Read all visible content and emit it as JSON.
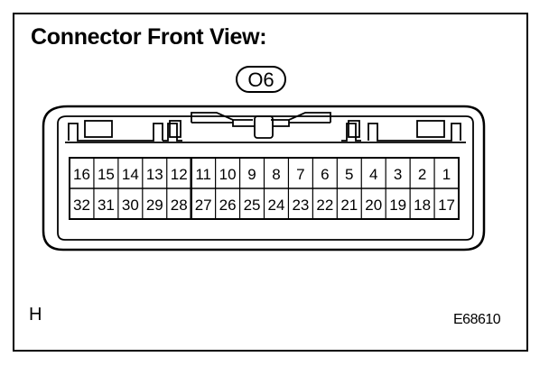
{
  "title": "Connector Front View:",
  "connector_code": "O6",
  "corner_left": "H",
  "figure_code": "E68610",
  "pins": {
    "top_row": [
      "16",
      "15",
      "14",
      "13",
      "12",
      "11",
      "10",
      "9",
      "8",
      "7",
      "6",
      "5",
      "4",
      "3",
      "2",
      "1"
    ],
    "bottom_row": [
      "32",
      "31",
      "30",
      "29",
      "28",
      "27",
      "26",
      "25",
      "24",
      "23",
      "22",
      "21",
      "20",
      "19",
      "18",
      "17"
    ]
  }
}
